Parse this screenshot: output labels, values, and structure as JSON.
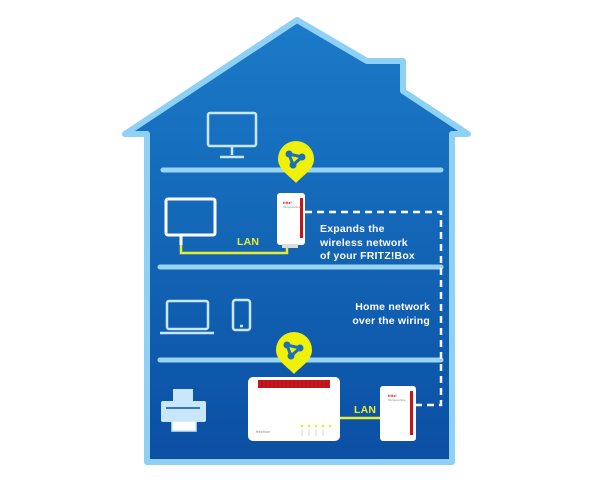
{
  "colors": {
    "house_outline": "#8fd0f5",
    "house_fill_top": "#1b7bc9",
    "house_fill_bottom": "#0b4fa3",
    "floor_line": "#9ad4f5",
    "device_outline": "#c9e7fb",
    "lan_cable": "#e8ef2a",
    "pin_yellow": "#eff10b",
    "pin_icon": "#1c6fb8",
    "text": "#ffffff"
  },
  "labels": {
    "expands": "Expands the\nwireless network\nof your FRITZ!Box",
    "home_network": "Home network\nover the wiring",
    "lan_upper": "LAN",
    "lan_lower": "LAN"
  },
  "devices": {
    "repeater_brand": "fritz!",
    "repeater_model": "fritzpowerline",
    "router_brand": "fritz!box"
  },
  "icons": [
    "monitor-icon",
    "tv-icon",
    "laptop-icon",
    "smartphone-icon",
    "printer-icon",
    "wifi-mesh-pin-icon"
  ]
}
